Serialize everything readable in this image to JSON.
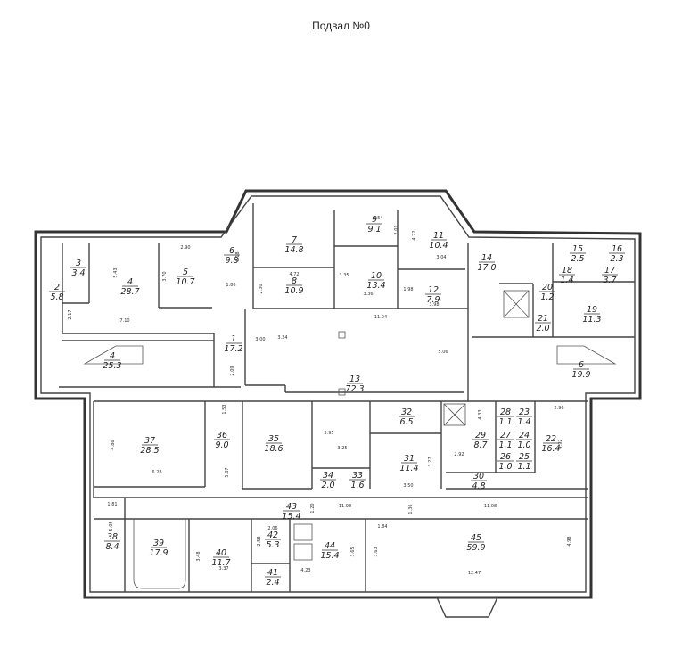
{
  "title": "Подвал №0",
  "rooms": [
    {
      "num": "1",
      "area": "17.2"
    },
    {
      "num": "2",
      "area": "5.8"
    },
    {
      "num": "3",
      "area": "3.4"
    },
    {
      "num": "4",
      "area": "28.7"
    },
    {
      "num": "4",
      "area": "25.3"
    },
    {
      "num": "5",
      "area": "10.7"
    },
    {
      "num": "6",
      "area": "9.8"
    },
    {
      "num": "7",
      "area": "14.8"
    },
    {
      "num": "8",
      "area": "10.9"
    },
    {
      "num": "9",
      "area": "9.1"
    },
    {
      "num": "10",
      "area": "13.4"
    },
    {
      "num": "11",
      "area": "10.4"
    },
    {
      "num": "12",
      "area": "7.9"
    },
    {
      "num": "13",
      "area": "72.3"
    },
    {
      "num": "14",
      "area": "17.0"
    },
    {
      "num": "15",
      "area": "2.5"
    },
    {
      "num": "16",
      "area": "2.3"
    },
    {
      "num": "17",
      "area": "3.7"
    },
    {
      "num": "18",
      "area": "1.4"
    },
    {
      "num": "19",
      "area": "11.3"
    },
    {
      "num": "20",
      "area": "1.2"
    },
    {
      "num": "21",
      "area": "2.0"
    },
    {
      "num": "6",
      "area": "19.9"
    },
    {
      "num": "22",
      "area": "16.4"
    },
    {
      "num": "23",
      "area": "1.4"
    },
    {
      "num": "24",
      "area": "1.0"
    },
    {
      "num": "25",
      "area": "1.1"
    },
    {
      "num": "26",
      "area": "1.0"
    },
    {
      "num": "27",
      "area": "1.1"
    },
    {
      "num": "28",
      "area": "1.1"
    },
    {
      "num": "29",
      "area": "8.7"
    },
    {
      "num": "30",
      "area": "4.8"
    },
    {
      "num": "31",
      "area": "11.4"
    },
    {
      "num": "32",
      "area": "6.5"
    },
    {
      "num": "33",
      "area": "1.6"
    },
    {
      "num": "34",
      "area": "2.0"
    },
    {
      "num": "35",
      "area": "18.6"
    },
    {
      "num": "36",
      "area": "9.0"
    },
    {
      "num": "37",
      "area": "28.5"
    },
    {
      "num": "38",
      "area": "8.4"
    },
    {
      "num": "39",
      "area": "17.9"
    },
    {
      "num": "40",
      "area": "11.7"
    },
    {
      "num": "41",
      "area": "2.4"
    },
    {
      "num": "42",
      "area": "5.3"
    },
    {
      "num": "43",
      "area": "15.4"
    },
    {
      "num": "44",
      "area": "15.4"
    },
    {
      "num": "45",
      "area": "59.9"
    }
  ],
  "dimensions": [
    "2.90",
    "5.43",
    "3.70",
    "1.86",
    "6.18",
    "4.54",
    "2.01",
    "4.22",
    "3.04",
    "4.72",
    "2.30",
    "3.35",
    "3.36",
    "1.98",
    "3.98",
    "11.04",
    "7.10",
    "2.17",
    "3.00",
    "3.24",
    "2.09",
    "5.06",
    "1.53",
    "3.95",
    "3.25",
    "4.33",
    "2.96",
    "4.86",
    "6.28",
    "5.87",
    "3.27",
    "2.92",
    "3.50",
    "4.92",
    "1.20",
    "11.98",
    "1.36",
    "11.08",
    "1.84",
    "1.81",
    "5.05",
    "2.06",
    "2.58",
    "3.48",
    "3.37",
    "3.65",
    "4.23",
    "3.63",
    "12.47",
    "4.98"
  ]
}
